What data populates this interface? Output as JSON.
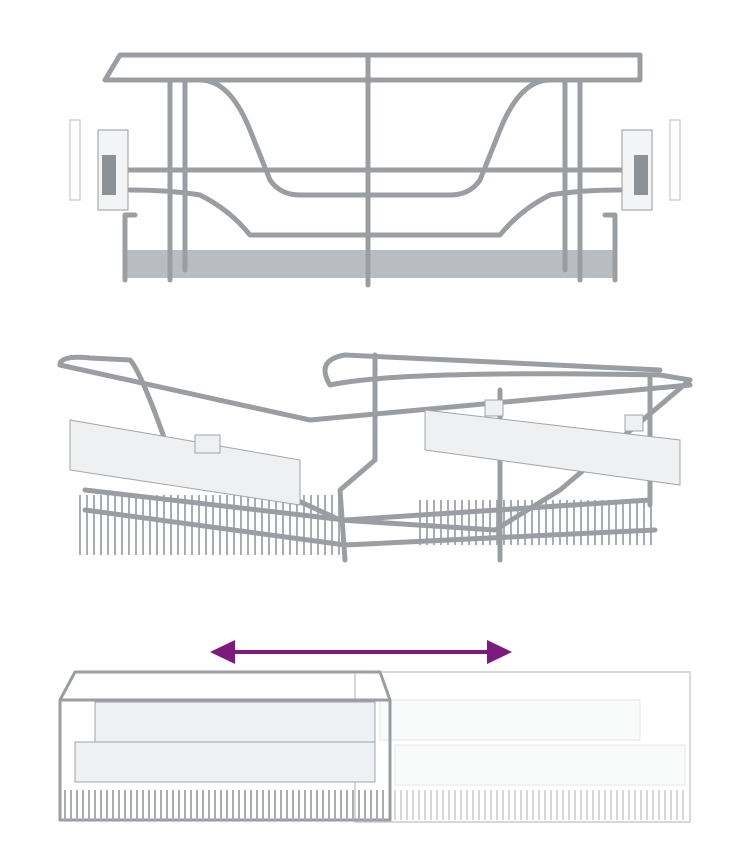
{
  "colors": {
    "wire": "#9a9ea3",
    "tray": "#b9bcc0",
    "rail": "#eef0f2",
    "arrow": "#7d1a7d"
  },
  "scene": {
    "views": [
      "front",
      "perspective",
      "extension"
    ],
    "extension_arrow": "double-headed"
  }
}
